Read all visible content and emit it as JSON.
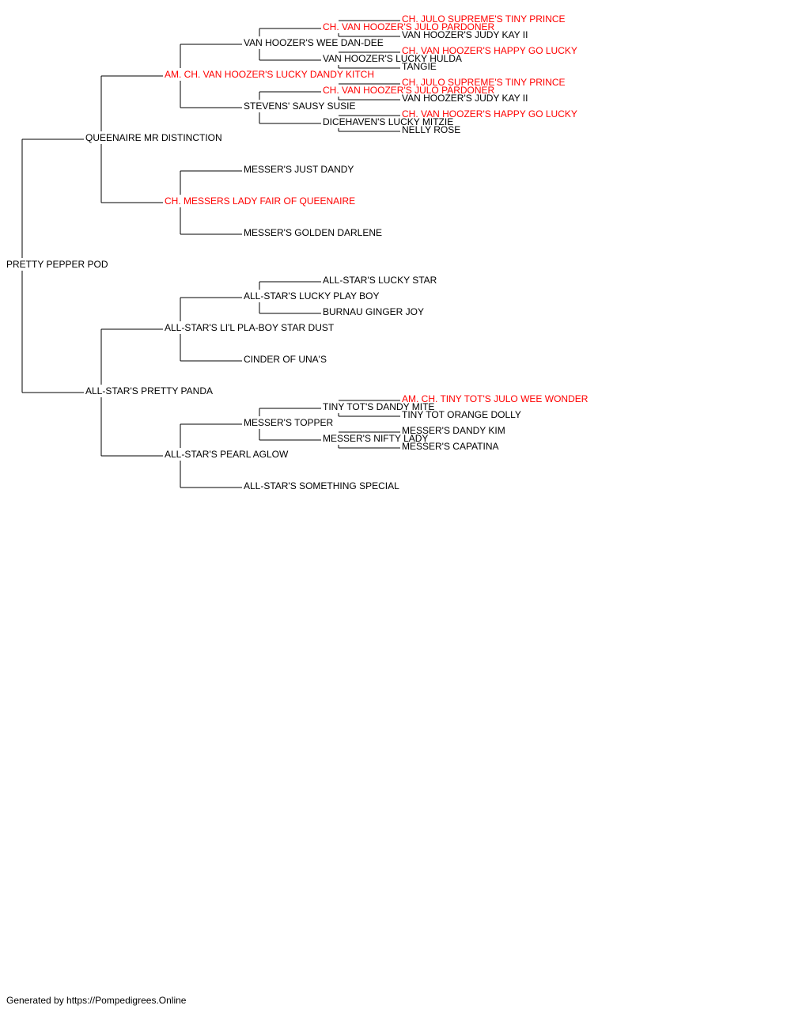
{
  "colors": {
    "champion": "#ff0000",
    "normal": "#000000",
    "line": "#000000"
  },
  "tree": {
    "name": "PRETTY PEPPER POD",
    "champion": false,
    "sire": {
      "name": "QUEENAIRE MR DISTINCTION",
      "champion": false,
      "sire": {
        "name": "AM. CH. VAN HOOZER'S LUCKY DANDY KITCH",
        "champion": true,
        "sire": {
          "name": "VAN HOOZER'S WEE DAN-DEE",
          "champion": false,
          "sire": {
            "name": "CH. VAN HOOZER'S JULO PARDONER",
            "champion": true,
            "sire": {
              "name": "CH. JULO SUPREME'S TINY PRINCE",
              "champion": true
            },
            "dam": {
              "name": "VAN HOOZER'S JUDY KAY II",
              "champion": false
            }
          },
          "dam": {
            "name": "VAN HOOZER'S LUCKY HULDA",
            "champion": false,
            "sire": {
              "name": "CH. VAN HOOZER'S HAPPY GO LUCKY",
              "champion": true
            },
            "dam": {
              "name": "TANGIE",
              "champion": false
            }
          }
        },
        "dam": {
          "name": "STEVENS' SAUSY SUSIE",
          "champion": false,
          "sire": {
            "name": "CH. VAN HOOZER'S JULO PARDONER",
            "champion": true,
            "sire": {
              "name": "CH. JULO SUPREME'S TINY PRINCE",
              "champion": true
            },
            "dam": {
              "name": "VAN HOOZER'S JUDY KAY II",
              "champion": false
            }
          },
          "dam": {
            "name": "DICEHAVEN'S LUCKY MITZIE",
            "champion": false,
            "sire": {
              "name": "CH. VAN HOOZER'S HAPPY GO LUCKY",
              "champion": true
            },
            "dam": {
              "name": "NELLY ROSE",
              "champion": false
            }
          }
        }
      },
      "dam": {
        "name": "CH. MESSERS LADY FAIR OF QUEENAIRE",
        "champion": true,
        "sire": {
          "name": "MESSER'S JUST DANDY",
          "champion": false
        },
        "dam": {
          "name": "MESSER'S GOLDEN DARLENE",
          "champion": false
        }
      }
    },
    "dam": {
      "name": "ALL-STAR'S PRETTY PANDA",
      "champion": false,
      "sire": {
        "name": "ALL-STAR'S LI'L PLA-BOY STAR DUST",
        "champion": false,
        "sire": {
          "name": "ALL-STAR'S LUCKY PLAY BOY",
          "champion": false,
          "sire": {
            "name": "ALL-STAR'S LUCKY STAR",
            "champion": false
          },
          "dam": {
            "name": "BURNAU GINGER JOY",
            "champion": false
          }
        },
        "dam": {
          "name": "CINDER OF UNA'S",
          "champion": false
        }
      },
      "dam": {
        "name": "ALL-STAR'S PEARL AGLOW",
        "champion": false,
        "sire": {
          "name": "MESSER'S TOPPER",
          "champion": false,
          "sire": {
            "name": "TINY TOT'S DANDY MITE",
            "champion": false,
            "sire": {
              "name": "AM. CH. TINY TOT'S JULO WEE WONDER",
              "champion": true
            },
            "dam": {
              "name": "TINY TOT ORANGE DOLLY",
              "champion": false
            }
          },
          "dam": {
            "name": "MESSER'S NIFTY LADY",
            "champion": false,
            "sire": {
              "name": "MESSER'S DANDY KIM",
              "champion": false
            },
            "dam": {
              "name": "MESSER'S CAPATINA",
              "champion": false
            }
          }
        },
        "dam": {
          "name": "ALL-STAR'S SOMETHING SPECIAL",
          "champion": false
        }
      }
    }
  },
  "footer": {
    "text": "Generated by https://Pompedigrees.Online"
  }
}
